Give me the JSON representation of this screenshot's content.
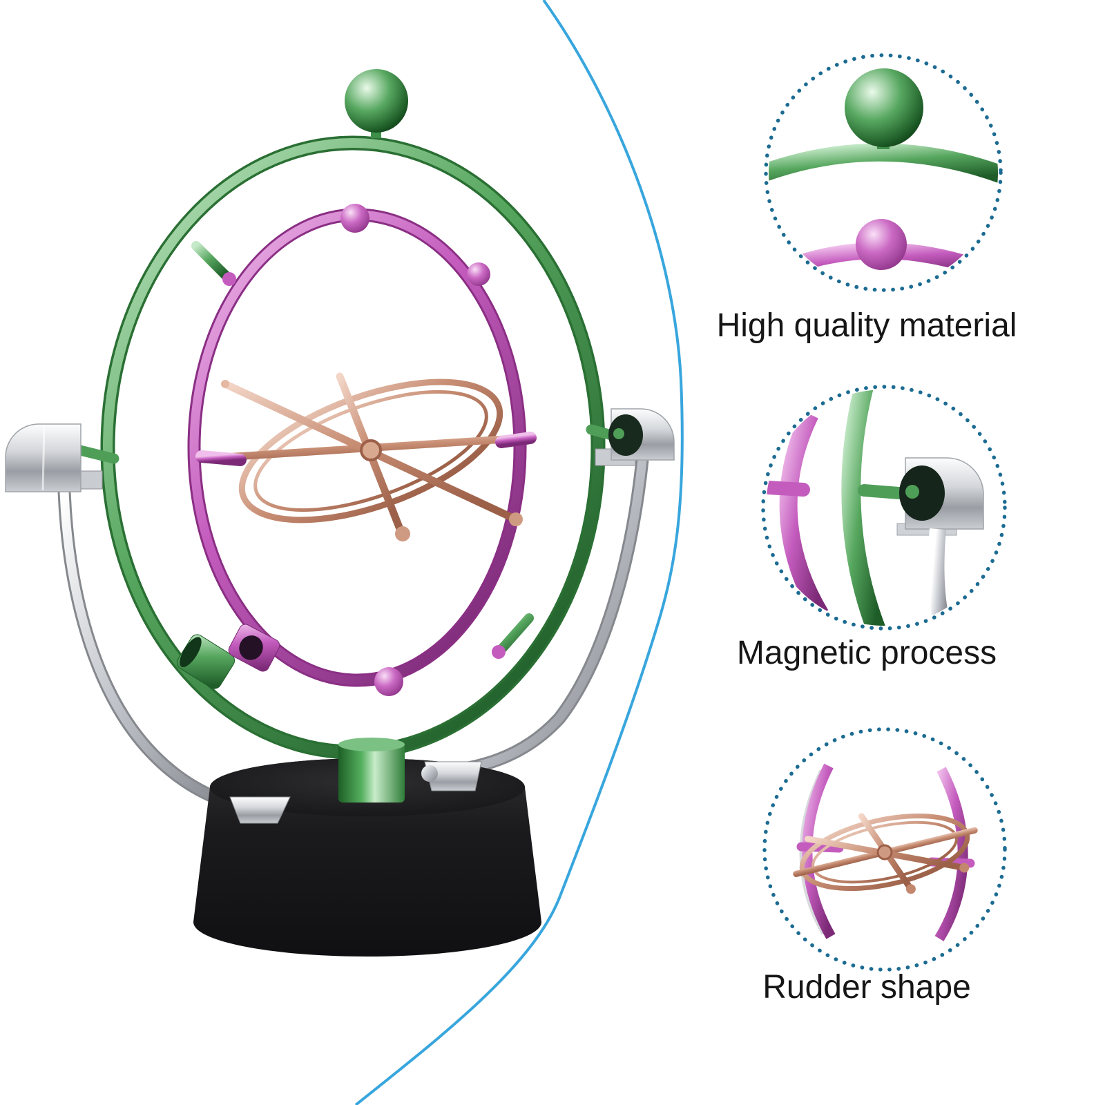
{
  "callouts": [
    {
      "id": "high-quality-material",
      "label": "High quality material"
    },
    {
      "id": "magnetic-process",
      "label": "Magnetic process"
    },
    {
      "id": "rudder-shape",
      "label": "Rudder shape"
    }
  ],
  "colors": {
    "background": "#ffffff",
    "divider_line": "#38a6dd",
    "dotted_ring": "#1b6b92",
    "caption_text": "#161616",
    "outer_ring_green": "#4f9e58",
    "inner_ring_purple": "#c45cbe",
    "rudder_rose_gold": "#c2876d",
    "stand_silver": "#c3c6cc",
    "base_black": "#1a1a1c"
  }
}
